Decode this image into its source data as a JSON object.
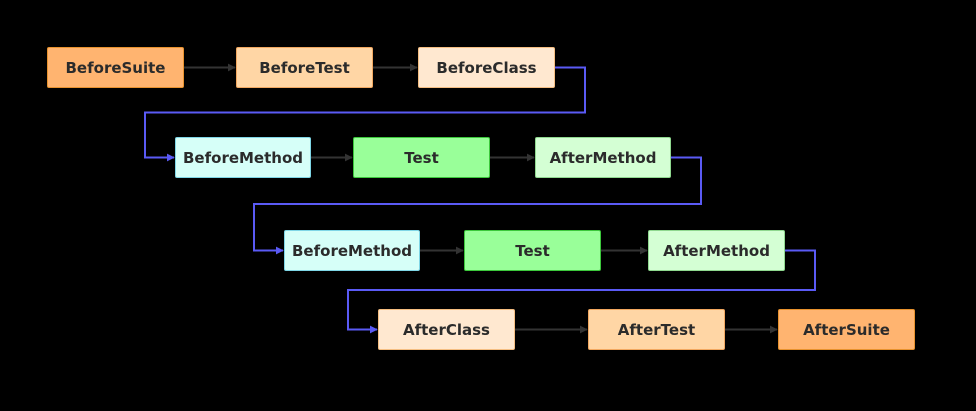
{
  "colors": {
    "suite_fill": "#FFB470",
    "suite_border": "#E8922E",
    "test_level_fill": "#FFD6A5",
    "test_level_border": "#F2A860",
    "class_fill": "#FFE8D0",
    "class_border": "#F5BE82",
    "method_fill": "#D6FFF8",
    "method_border": "#7FD6E6",
    "test_fill": "#99FF99",
    "test_border": "#3CC83C",
    "after_method_fill": "#D4FFD4",
    "after_method_border": "#8FD88F",
    "arrow_dark": "#333333",
    "arrow_blue": "#5A5AF5"
  },
  "nodes": [
    {
      "id": "before-suite",
      "label": "BeforeSuite",
      "style": "suite"
    },
    {
      "id": "before-test",
      "label": "BeforeTest",
      "style": "test_level"
    },
    {
      "id": "before-class",
      "label": "BeforeClass",
      "style": "class"
    },
    {
      "id": "before-method-1",
      "label": "BeforeMethod",
      "style": "method"
    },
    {
      "id": "test-1",
      "label": "Test",
      "style": "test"
    },
    {
      "id": "after-method-1",
      "label": "AfterMethod",
      "style": "after_method"
    },
    {
      "id": "before-method-2",
      "label": "BeforeMethod",
      "style": "method"
    },
    {
      "id": "test-2",
      "label": "Test",
      "style": "test"
    },
    {
      "id": "after-method-2",
      "label": "AfterMethod",
      "style": "after_method"
    },
    {
      "id": "after-class",
      "label": "AfterClass",
      "style": "class"
    },
    {
      "id": "after-test",
      "label": "AfterTest",
      "style": "test_level"
    },
    {
      "id": "after-suite",
      "label": "AfterSuite",
      "style": "suite"
    }
  ],
  "edges": [
    {
      "from": "before-suite",
      "to": "before-test",
      "kind": "dark"
    },
    {
      "from": "before-test",
      "to": "before-class",
      "kind": "dark"
    },
    {
      "from": "before-class",
      "to": "before-method-1",
      "kind": "blue"
    },
    {
      "from": "before-method-1",
      "to": "test-1",
      "kind": "dark"
    },
    {
      "from": "test-1",
      "to": "after-method-1",
      "kind": "dark"
    },
    {
      "from": "after-method-1",
      "to": "before-method-2",
      "kind": "blue"
    },
    {
      "from": "before-method-2",
      "to": "test-2",
      "kind": "dark"
    },
    {
      "from": "test-2",
      "to": "after-method-2",
      "kind": "dark"
    },
    {
      "from": "after-method-2",
      "to": "after-class",
      "kind": "blue"
    },
    {
      "from": "after-class",
      "to": "after-test",
      "kind": "dark"
    },
    {
      "from": "after-test",
      "to": "after-suite",
      "kind": "dark"
    }
  ]
}
